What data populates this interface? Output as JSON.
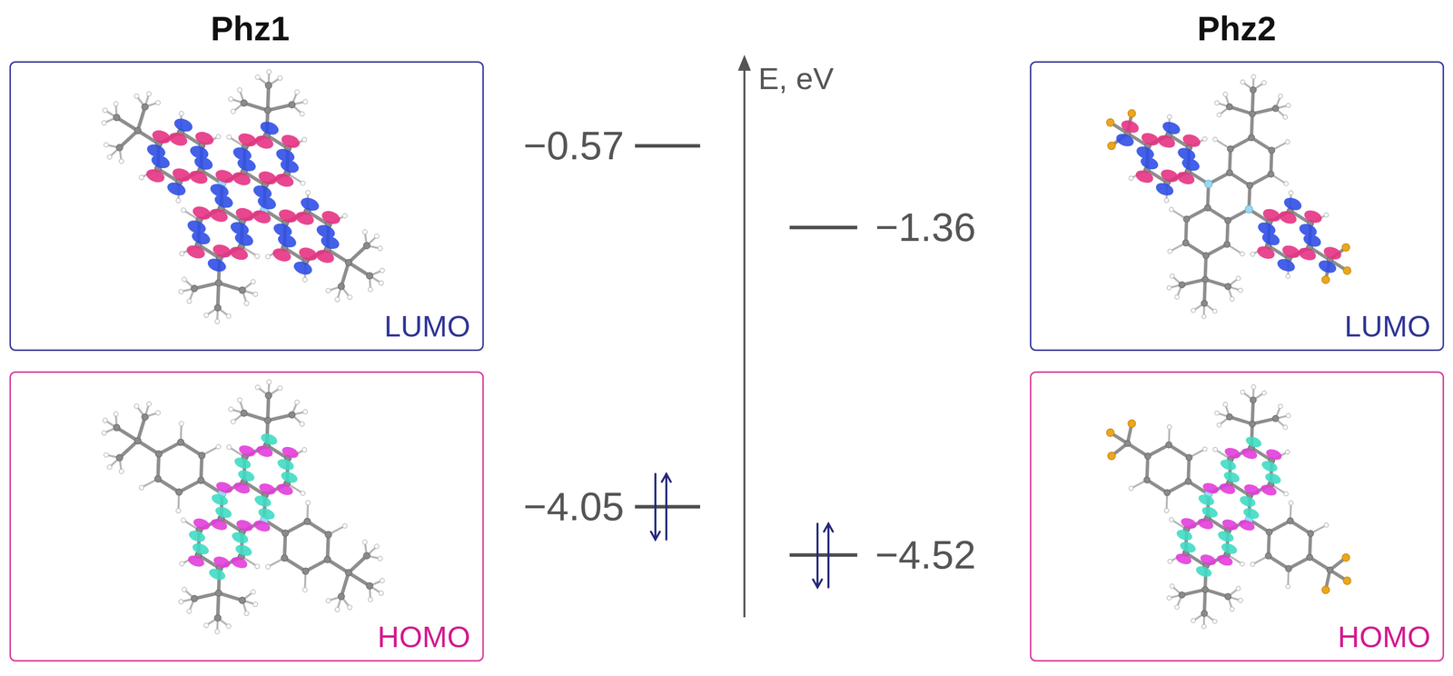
{
  "diagram": {
    "nodes": [
      {
        "text": [
          "LUMO"
        ]
      },
      {
        "text": [
          "LUMO"
        ]
      },
      {
        "text": [
          "HOMO"
        ]
      },
      {
        "text": [
          "HOMO"
        ]
      }
    ],
    "labels": [
      "Phz1",
      "E, eV",
      "Phz2",
      "−0.57",
      "−1.36",
      "−4.05",
      "−4.52"
    ]
  }
}
